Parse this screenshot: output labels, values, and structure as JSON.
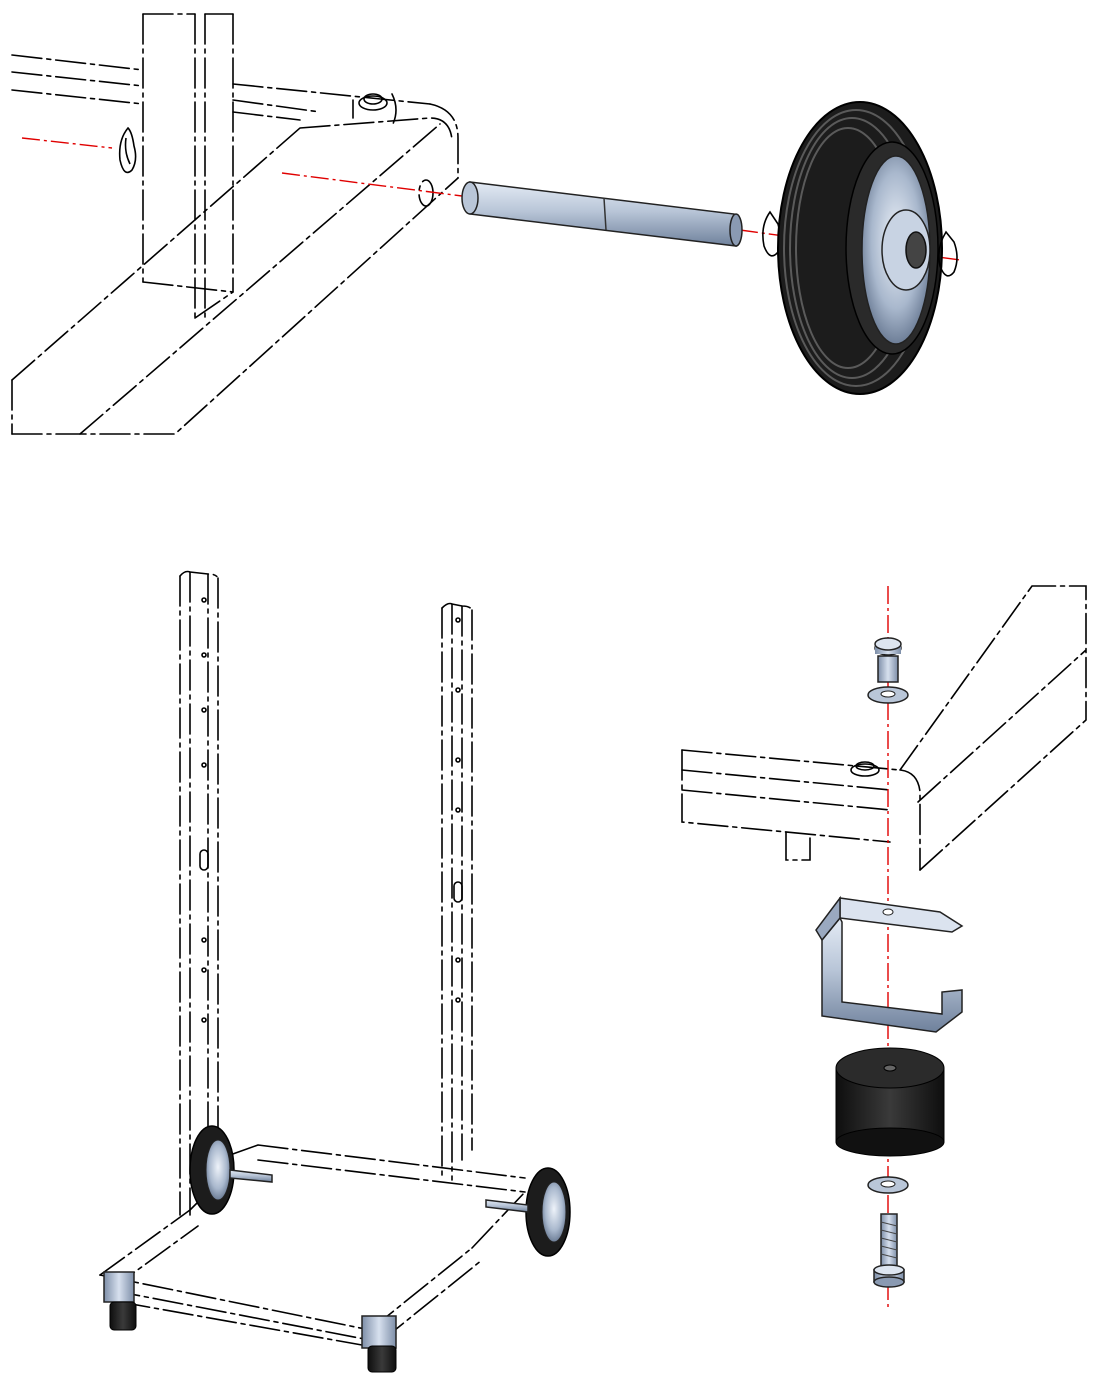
{
  "figure": {
    "views": [
      {
        "id": "wheel-axle-detail",
        "parts": [
          "frame-corner",
          "axle",
          "wheel",
          "retaining-clip",
          "retaining-clip",
          "retaining-clip"
        ]
      },
      {
        "id": "trolley-overview",
        "parts": [
          "upright",
          "upright",
          "base-frame",
          "wheel",
          "wheel",
          "foot",
          "foot"
        ]
      },
      {
        "id": "foot-mount-detail",
        "parts": [
          "frame-corner",
          "screw",
          "washer",
          "bracket",
          "rubber-foot",
          "washer",
          "bolt"
        ]
      }
    ],
    "colors": {
      "axis_line": "#e00000",
      "metal": "#b9c6d8",
      "metal_dark": "#7d8ea8",
      "rubber": "#1a1a1a",
      "outline": "#000000"
    },
    "icons": [
      "axle-icon",
      "wheel-icon",
      "clip-icon",
      "bracket-icon",
      "rubber-foot-icon",
      "screw-icon",
      "washer-icon"
    ]
  }
}
